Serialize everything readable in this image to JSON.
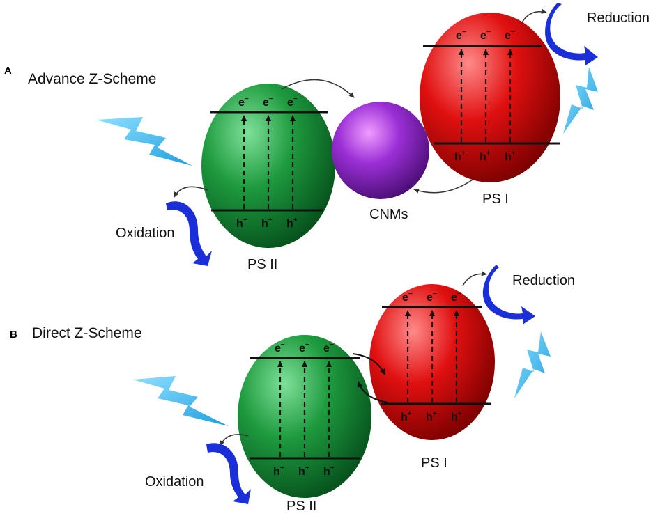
{
  "panels": [
    {
      "letter": "A",
      "title": "Advance Z-Scheme",
      "ps2_label": "PS II",
      "ps1_label": "PS I",
      "mediator_label": "CNMs",
      "oxidation_label": "Oxidation",
      "reduction_label": "Reduction",
      "electron_symbol": "e",
      "electron_sup": "−",
      "hole_symbol": "h",
      "hole_sup": "+"
    },
    {
      "letter": "B",
      "title": "Direct Z-Scheme",
      "ps2_label": "PS II",
      "ps1_label": "PS I",
      "oxidation_label": "Oxidation",
      "reduction_label": "Reduction",
      "electron_symbol": "e",
      "electron_sup": "−",
      "hole_symbol": "h",
      "hole_sup": "+"
    }
  ],
  "colors": {
    "ps2": "#1e9a3e",
    "ps1": "#e01010",
    "mediator": "#9b2fd6",
    "light": "#3cb8ea",
    "reaction_arrow": "#1a2fd8"
  },
  "icons": [
    "lightning-icon",
    "curved-arrow-icon"
  ]
}
